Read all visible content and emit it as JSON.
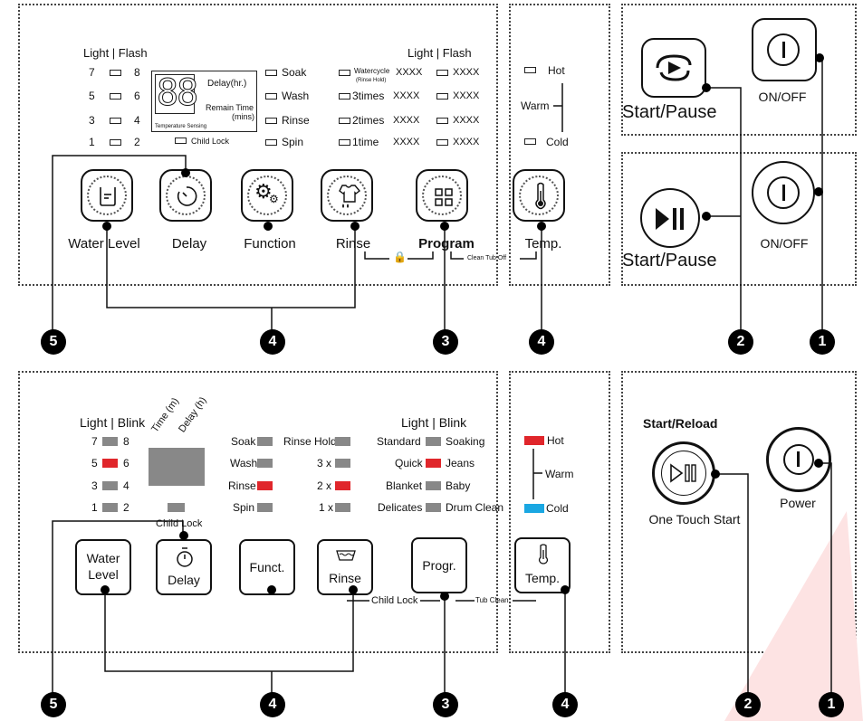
{
  "top": {
    "light_flash_left": "Light | Flash",
    "light_flash_right": "Light | Flash",
    "left_rows": [
      {
        "a": "7",
        "b": "8"
      },
      {
        "a": "5",
        "b": "6"
      },
      {
        "a": "3",
        "b": "4"
      },
      {
        "a": "1",
        "b": "2"
      }
    ],
    "display_digits": "88",
    "delay_hr": "Delay(hr.)",
    "remain_time": "Remain Time",
    "mins": "(mins)",
    "temperature_sensing": "Temperature Sensing",
    "child_lock": "Child Lock",
    "cycle_items": [
      "Soak",
      "Wash",
      "Rinse",
      "Spin"
    ],
    "water_cycle": "Watercycle",
    "rinse_hold": "(Rinse Hold)",
    "rinse_times": [
      "3times",
      "2times",
      "1time"
    ],
    "prog_code": "XXXX",
    "temps": {
      "hot": "Hot",
      "warm": "Warm",
      "cold": "Cold"
    },
    "buttons": {
      "water_level": "Water Level",
      "delay": "Delay",
      "function": "Function",
      "rinse": "Rinse",
      "program": "Program",
      "temp": "Temp."
    },
    "clean_tub_off": "Clean Tub Off",
    "start_pause_1": "Start/Pause",
    "start_pause_2": "Start/Pause",
    "on_off_1": "ON/OFF",
    "on_off_2": "ON/OFF",
    "callouts": [
      "5",
      "4",
      "3",
      "4",
      "2",
      "1"
    ]
  },
  "bottom": {
    "light_blink_left": "Light | Blink",
    "light_blink_right": "Light | Blink",
    "time_m": "Time (m)",
    "delay_h": "Delay (h)",
    "left_rows": [
      {
        "a": "7",
        "b": "8"
      },
      {
        "a": "5",
        "b": "6"
      },
      {
        "a": "3",
        "b": "4"
      },
      {
        "a": "1",
        "b": "2"
      }
    ],
    "child_lock": "Child Lock",
    "cycle_items": [
      "Soak",
      "Wash",
      "Rinse",
      "Spin"
    ],
    "rinse_items": [
      "Rinse Hold",
      "3 x",
      "2 x",
      "1 x"
    ],
    "program_left": [
      "Standard",
      "Quick",
      "Blanket",
      "Delicates"
    ],
    "program_right": [
      "Soaking",
      "Jeans",
      "Baby",
      "Drum Clean"
    ],
    "temps": {
      "hot": "Hot",
      "warm": "Warm",
      "cold": "Cold"
    },
    "buttons": {
      "water_level_1": "Water",
      "water_level_2": "Level",
      "delay": "Delay",
      "funct": "Funct.",
      "rinse": "Rinse",
      "progr": "Progr.",
      "temp": "Temp."
    },
    "child_lock_2": "Child Lock",
    "tub_clean": "Tub Clean",
    "start_reload": "Start/Reload",
    "one_touch_start": "One Touch Start",
    "power": "Power",
    "callouts": [
      "5",
      "4",
      "3",
      "4",
      "2",
      "1"
    ]
  },
  "colors": {
    "red": "#e0262b",
    "blue": "#1aa7e2",
    "gray": "#888888"
  }
}
